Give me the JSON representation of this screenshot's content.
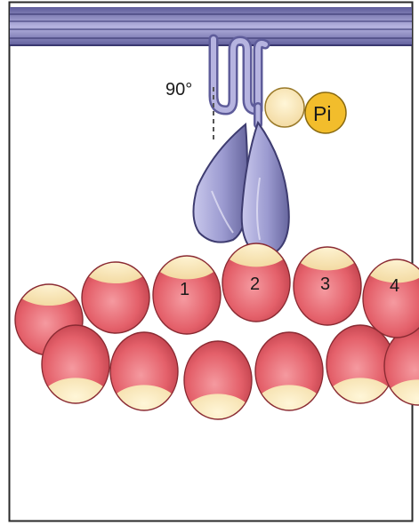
{
  "labels": {
    "angle": "90°",
    "phosphate": "Pi"
  },
  "actin_subunit_numbers": [
    "1",
    "2",
    "3",
    "4"
  ],
  "colors": {
    "frame": "#2a2a2a",
    "membrane": "#8a88c4",
    "membrane_dark": "#5e5c9a",
    "myosin_head": "#9b9ad0",
    "myosin_head_dark": "#6f6ea8",
    "phosphate_fill": "#f2bd2c",
    "adp_fill": "#fbe7a6",
    "actin_red": "#e4606a",
    "actin_cream": "#fbe6b2"
  }
}
